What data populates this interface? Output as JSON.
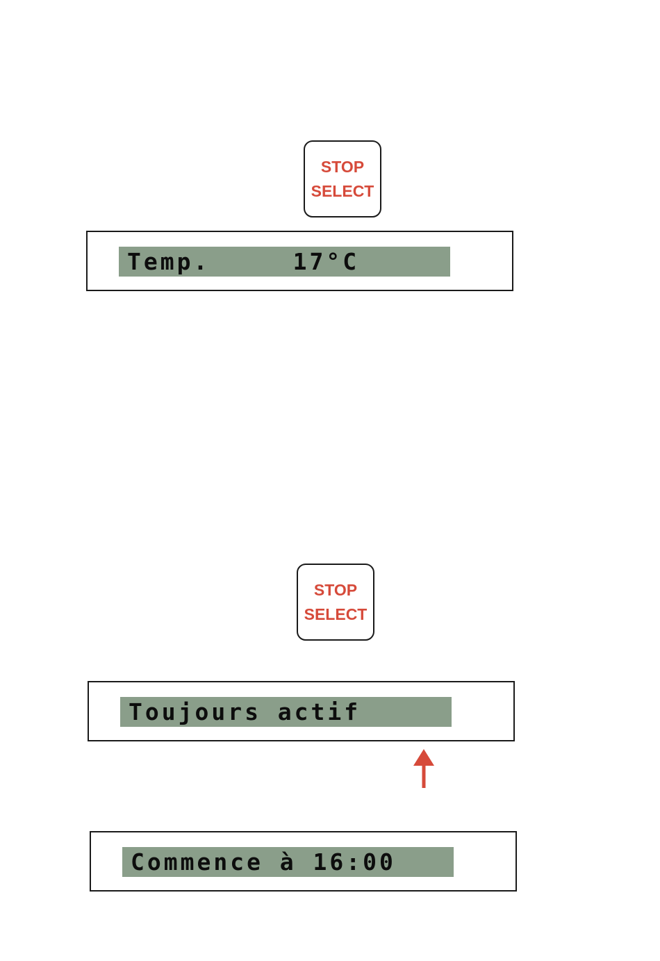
{
  "step1": {
    "key": {
      "line1": "STOP",
      "line2": "SELECT"
    },
    "display": "Temp.     17°C"
  },
  "step2": {
    "key": {
      "line1": "STOP",
      "line2": "SELECT"
    },
    "display_top": "Toujours actif",
    "display_bottom": "Commence à 16:00"
  },
  "colors": {
    "key_label": "#d64a3a",
    "lcd_background": "#8a9e8a",
    "arrow": "#d64a3a"
  },
  "icons": [
    "up-arrow-icon"
  ]
}
